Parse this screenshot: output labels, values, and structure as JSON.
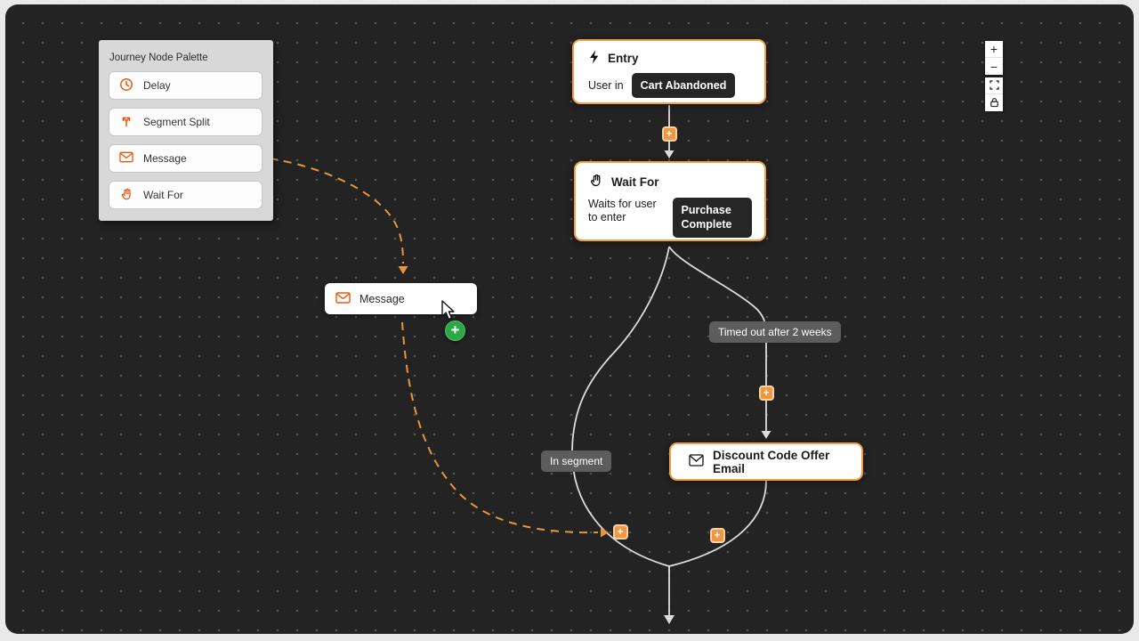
{
  "palette": {
    "title": "Journey Node Palette",
    "items": [
      {
        "label": "Delay",
        "icon": "clock-icon"
      },
      {
        "label": "Segment Split",
        "icon": "split-icon"
      },
      {
        "label": "Message",
        "icon": "mail-icon"
      },
      {
        "label": "Wait For",
        "icon": "hand-icon"
      }
    ]
  },
  "nodes": {
    "entry": {
      "title": "Entry",
      "icon": "lightning-icon",
      "prefix": "User in",
      "badge": "Cart Abandoned"
    },
    "wait_for": {
      "title": "Wait For",
      "icon": "hand-icon",
      "description": "Waits for user to enter",
      "badge": "Purchase Complete"
    },
    "email": {
      "title": "Discount Code Offer Email",
      "icon": "mail-icon"
    },
    "dragged": {
      "title": "Message",
      "icon": "mail-icon"
    }
  },
  "edge_labels": {
    "timeout": "Timed out after 2 weeks",
    "segment": "In segment"
  },
  "edges": {
    "plus_label": "+"
  },
  "drop_indicator": {
    "label": "+"
  },
  "controls": {
    "zoom_in_label": "+",
    "zoom_out_label": "−",
    "fit_view": "fit-view",
    "lock": "lock"
  },
  "colors": {
    "node_border": "#f49d43",
    "palette_icon": "#ea580c",
    "edge": "#dcdcdc",
    "dashed_path": "#e8963c",
    "plus_badge": "#ef9742",
    "edge_label_bg": "#5d5d5d",
    "dark_badge_bg": "#262626",
    "drop_indicator_green": "#2aa843",
    "canvas_bg": "#232323"
  }
}
